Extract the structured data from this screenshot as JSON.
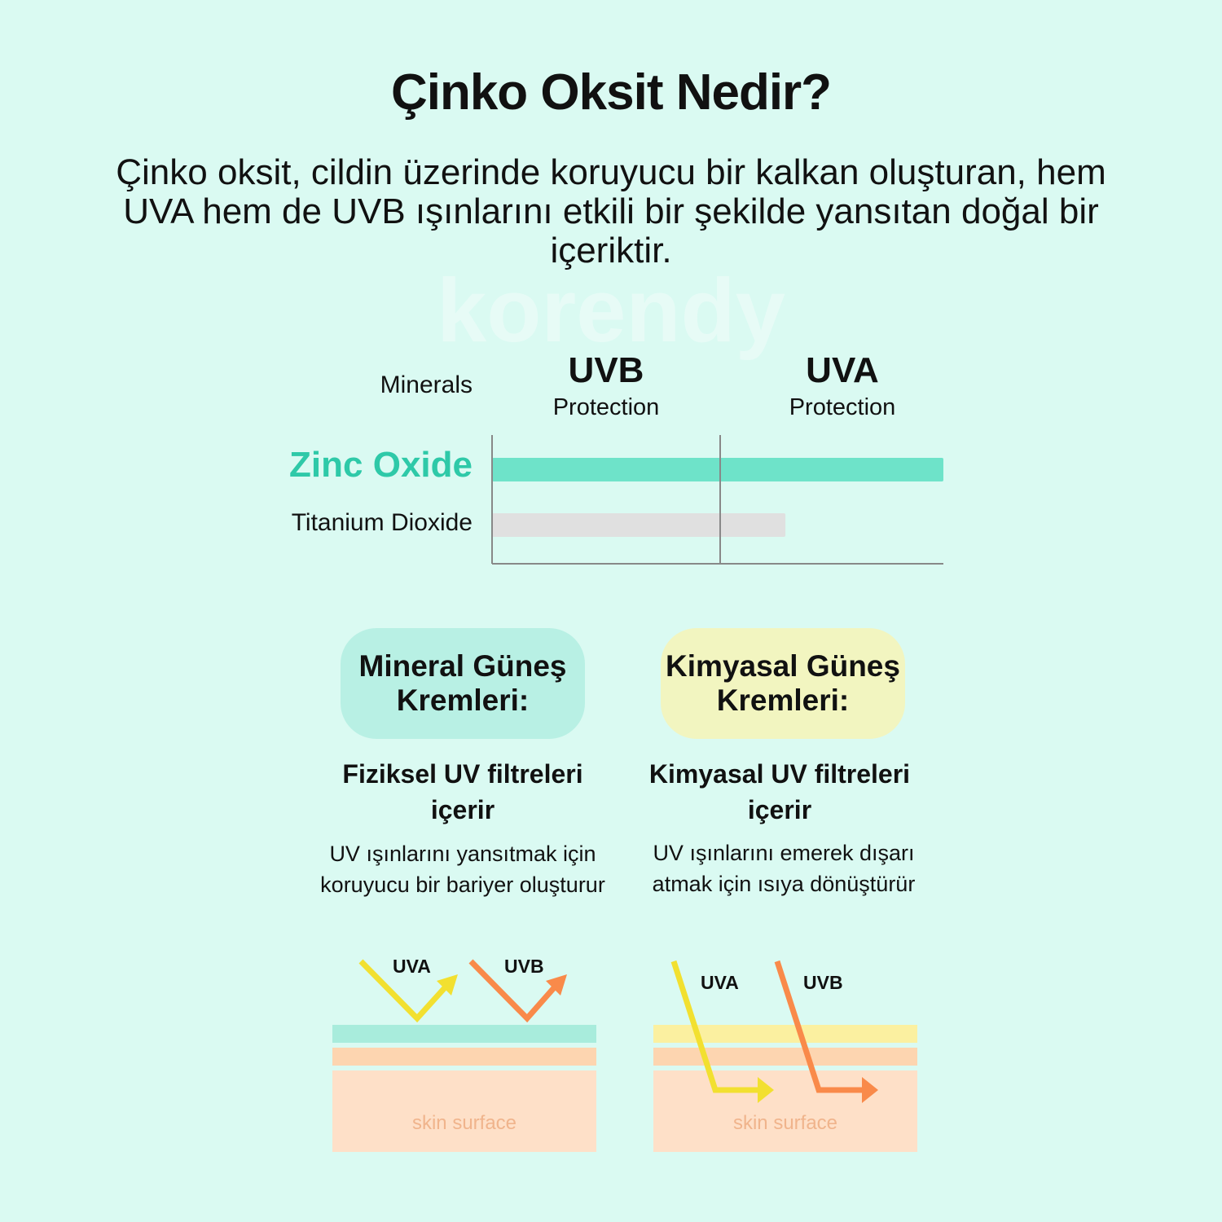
{
  "title": "Çinko Oksit Nedir?",
  "intro": "Çinko oksit, cildin üzerinde koruyucu bir kalkan oluşturan, hem UVA hem de UVB ışınlarını etkili bir şekilde yansıtan doğal bir içeriktir.",
  "watermark": "korendy",
  "chart_data": {
    "type": "bar",
    "orientation": "horizontal",
    "xlabel": "",
    "ylabel": "Minerals",
    "column_headers": [
      {
        "title": "UVB",
        "subtitle": "Protection"
      },
      {
        "title": "UVA",
        "subtitle": "Protection"
      }
    ],
    "categories": [
      "Zinc Oxide",
      "Titanium Dioxide"
    ],
    "values": [
      1.0,
      0.65
    ],
    "xlim": [
      0,
      1.0
    ],
    "colors": [
      "#6ee3c9",
      "#e0e0e0"
    ],
    "highlight_color": "#2ec9a8"
  },
  "mineral": {
    "pill_line1": "Mineral Güneş",
    "pill_line2": "Kremleri:",
    "pill_color": "#b8f0e4",
    "subhead_line1": "Fiziksel UV filtreleri",
    "subhead_line2": "içerir",
    "desc_line1": "UV ışınlarını yansıtmak için",
    "desc_line2": "koruyucu bir bariyer oluşturur",
    "ray_uva": "UVA",
    "ray_uvb": "UVB",
    "skin": "skin surface",
    "filter_color": "#a8ecdc"
  },
  "chemical": {
    "pill_line1": "Kimyasal Güneş",
    "pill_line2": "Kremleri:",
    "pill_color": "#f2f5c0",
    "subhead_line1": "Kimyasal UV filtreleri",
    "subhead_line2": "içerir",
    "desc_line1": "UV ışınlarını emerek dışarı",
    "desc_line2": "atmak için ısıya dönüştürür",
    "ray_uva": "UVA",
    "ray_uvb": "UVB",
    "skin": "skin surface",
    "filter_color": "#fbf0a0"
  },
  "colors": {
    "uva": "#f2e030",
    "uvb": "#f98a4a",
    "skin_top": "#fdd5b0",
    "skin_body": "#fee0c8"
  }
}
